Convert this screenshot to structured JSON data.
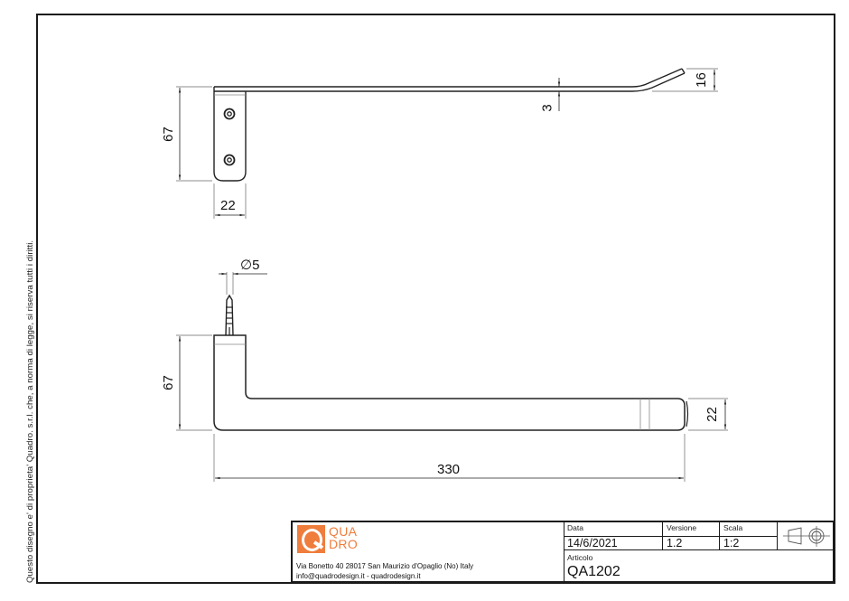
{
  "sheet": {
    "copyright": "Questo disegno e' di proprieta' Quadro. s.r.l. che, a norma di legge, si riserva tutti i diritti."
  },
  "views": {
    "top_view": {
      "dimensions": {
        "height": "67",
        "plate_width": "22",
        "thickness": "3",
        "tip_rise": "16"
      }
    },
    "front_view": {
      "dimensions": {
        "screw_diameter": "∅5",
        "height": "67",
        "arm_length": "330",
        "arm_height": "22"
      }
    }
  },
  "title_block": {
    "company": {
      "logo_letter": "Q",
      "logo_line1": "QUA",
      "logo_line2": "DRO",
      "brand_color": "#ef7d3c",
      "address": "Via Bonetto 40  28017 San Maurizio d'Opaglio (No) Italy",
      "contact": "info@quadrodesign.it  -  quadrodesign.it"
    },
    "date_label": "Data",
    "date_value": "14/6/2021",
    "version_label": "Versione",
    "version_value": "1.2",
    "scale_label": "Scala",
    "scale_value": "1:2",
    "article_label": "Articolo",
    "article_value": "QA1202",
    "projection_symbol": "first-angle-projection-icon"
  }
}
